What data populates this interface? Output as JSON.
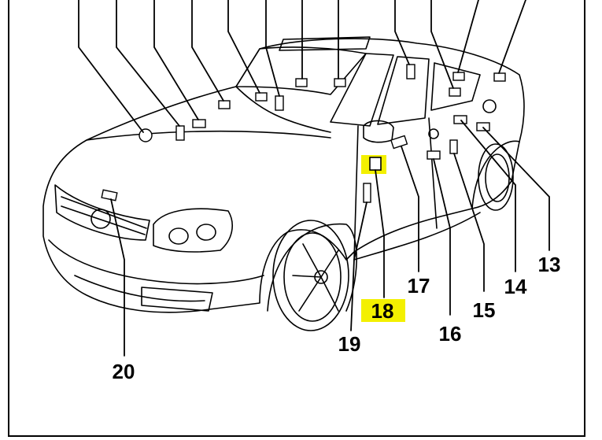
{
  "diagram": {
    "subject": "sedan-side-front-view",
    "highlight_color": "#f3f000",
    "callouts": [
      {
        "id": "c13",
        "label": "13",
        "highlighted": false
      },
      {
        "id": "c14",
        "label": "14",
        "highlighted": false
      },
      {
        "id": "c15",
        "label": "15",
        "highlighted": false
      },
      {
        "id": "c16",
        "label": "16",
        "highlighted": false
      },
      {
        "id": "c17",
        "label": "17",
        "highlighted": false
      },
      {
        "id": "c18",
        "label": "18",
        "highlighted": true
      },
      {
        "id": "c19",
        "label": "19",
        "highlighted": false
      },
      {
        "id": "c20",
        "label": "20",
        "highlighted": false
      }
    ]
  }
}
